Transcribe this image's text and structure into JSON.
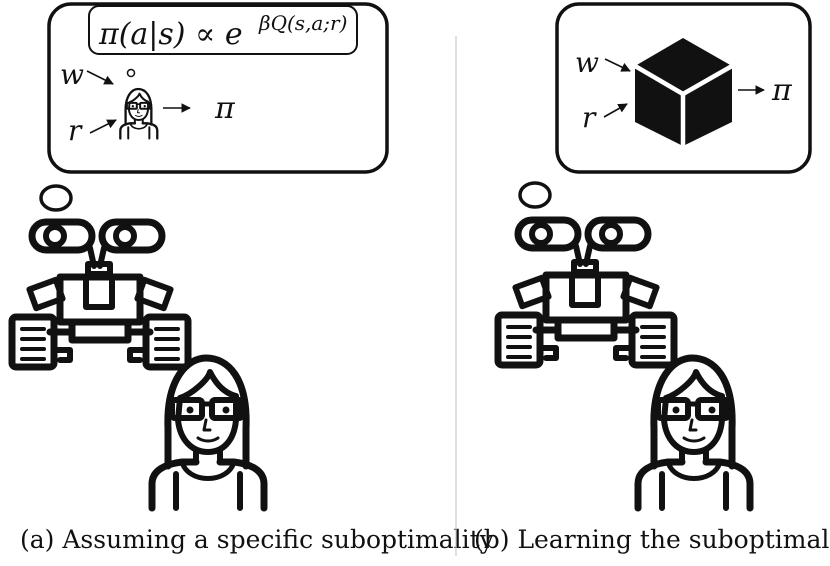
{
  "panel_a": {
    "formula": {
      "lhs": "π(a|s) ∝ e",
      "exponent": "βQ(s,a;r)"
    },
    "input_w": "w",
    "input_r": "r",
    "output": "π",
    "caption": "(a) Assuming a specific suboptimality"
  },
  "panel_b": {
    "input_w": "w",
    "input_r": "r",
    "output": "π",
    "caption": "(b) Learning the suboptimality"
  },
  "icons": {
    "robot": "robot-icon",
    "person": "person-with-glasses-icon",
    "cube": "black-box-cube-icon",
    "arrow": "arrow-right-icon"
  },
  "colors": {
    "ink": "#111111",
    "divider": "#cccccc",
    "background": "#ffffff"
  }
}
